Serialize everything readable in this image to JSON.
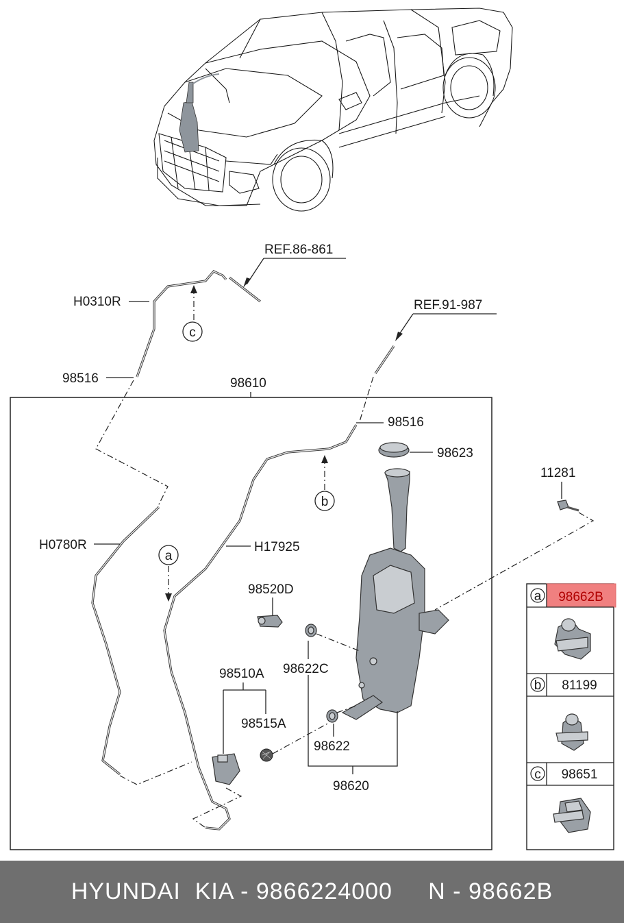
{
  "labels": {
    "ref_86_861": "REF.86-861",
    "ref_91_987": "REF.91-987",
    "h0310r": "H0310R",
    "p98516_top": "98516",
    "p98610": "98610",
    "p98516_right": "98516",
    "p98623": "98623",
    "p11281": "11281",
    "h0780r": "H0780R",
    "h17925": "H17925",
    "p98520d": "98520D",
    "p98622c": "98622C",
    "p98510a": "98510A",
    "p98515a": "98515A",
    "p98622": "98622",
    "p98620": "98620"
  },
  "callouts": {
    "a": "a",
    "b": "b",
    "c": "c"
  },
  "legend": [
    {
      "letter": "a",
      "part": "98662B",
      "highlighted": true
    },
    {
      "letter": "b",
      "part": "81199",
      "highlighted": false
    },
    {
      "letter": "c",
      "part": "98651",
      "highlighted": false
    }
  ],
  "footer": {
    "text": "HYUNDAI  KIA - 9866224000     N - 98662B"
  },
  "colors": {
    "highlight": "#f08080",
    "footer_bg": "#6f6f6f"
  }
}
